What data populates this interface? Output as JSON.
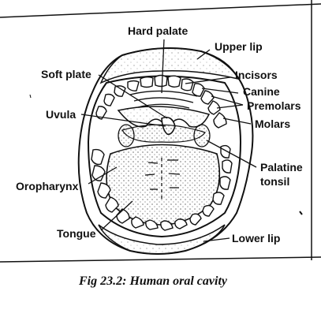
{
  "diagram": {
    "labels": {
      "hard_palate": "Hard palate",
      "upper_lip": "Upper lip",
      "soft_plate": "Soft plate",
      "incisors": "Incisors",
      "canine": "Canine",
      "uvula": "Uvula",
      "premolars": "Premolars",
      "molars": "Molars",
      "palatine_tonsil_1": "Palatine",
      "palatine_tonsil_2": "tonsil",
      "oropharynx": "Oropharynx",
      "tongue": "Tongue",
      "lower_lip": "Lower lip"
    },
    "caption": "Fig 23.2: Human oral cavity"
  }
}
